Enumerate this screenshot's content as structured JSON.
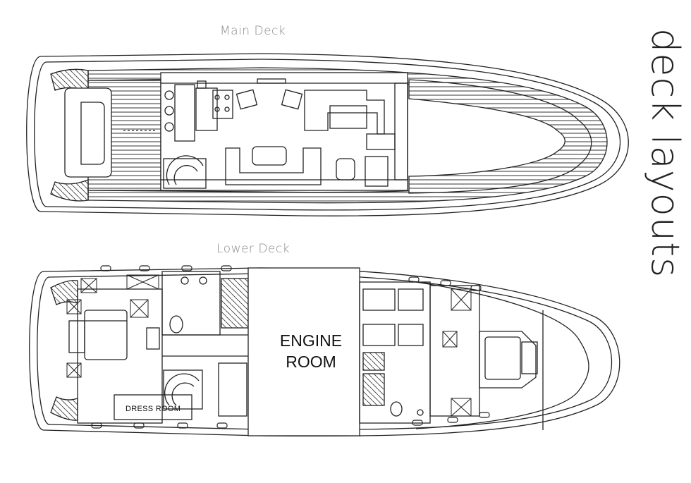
{
  "title": "deck layouts",
  "decks": {
    "main": {
      "label": "Main Deck"
    },
    "lower": {
      "label": "Lower Deck",
      "engine_room_line1": "ENGINE",
      "engine_room_line2": "ROOM",
      "dress_room": "DRESS ROOM"
    }
  }
}
